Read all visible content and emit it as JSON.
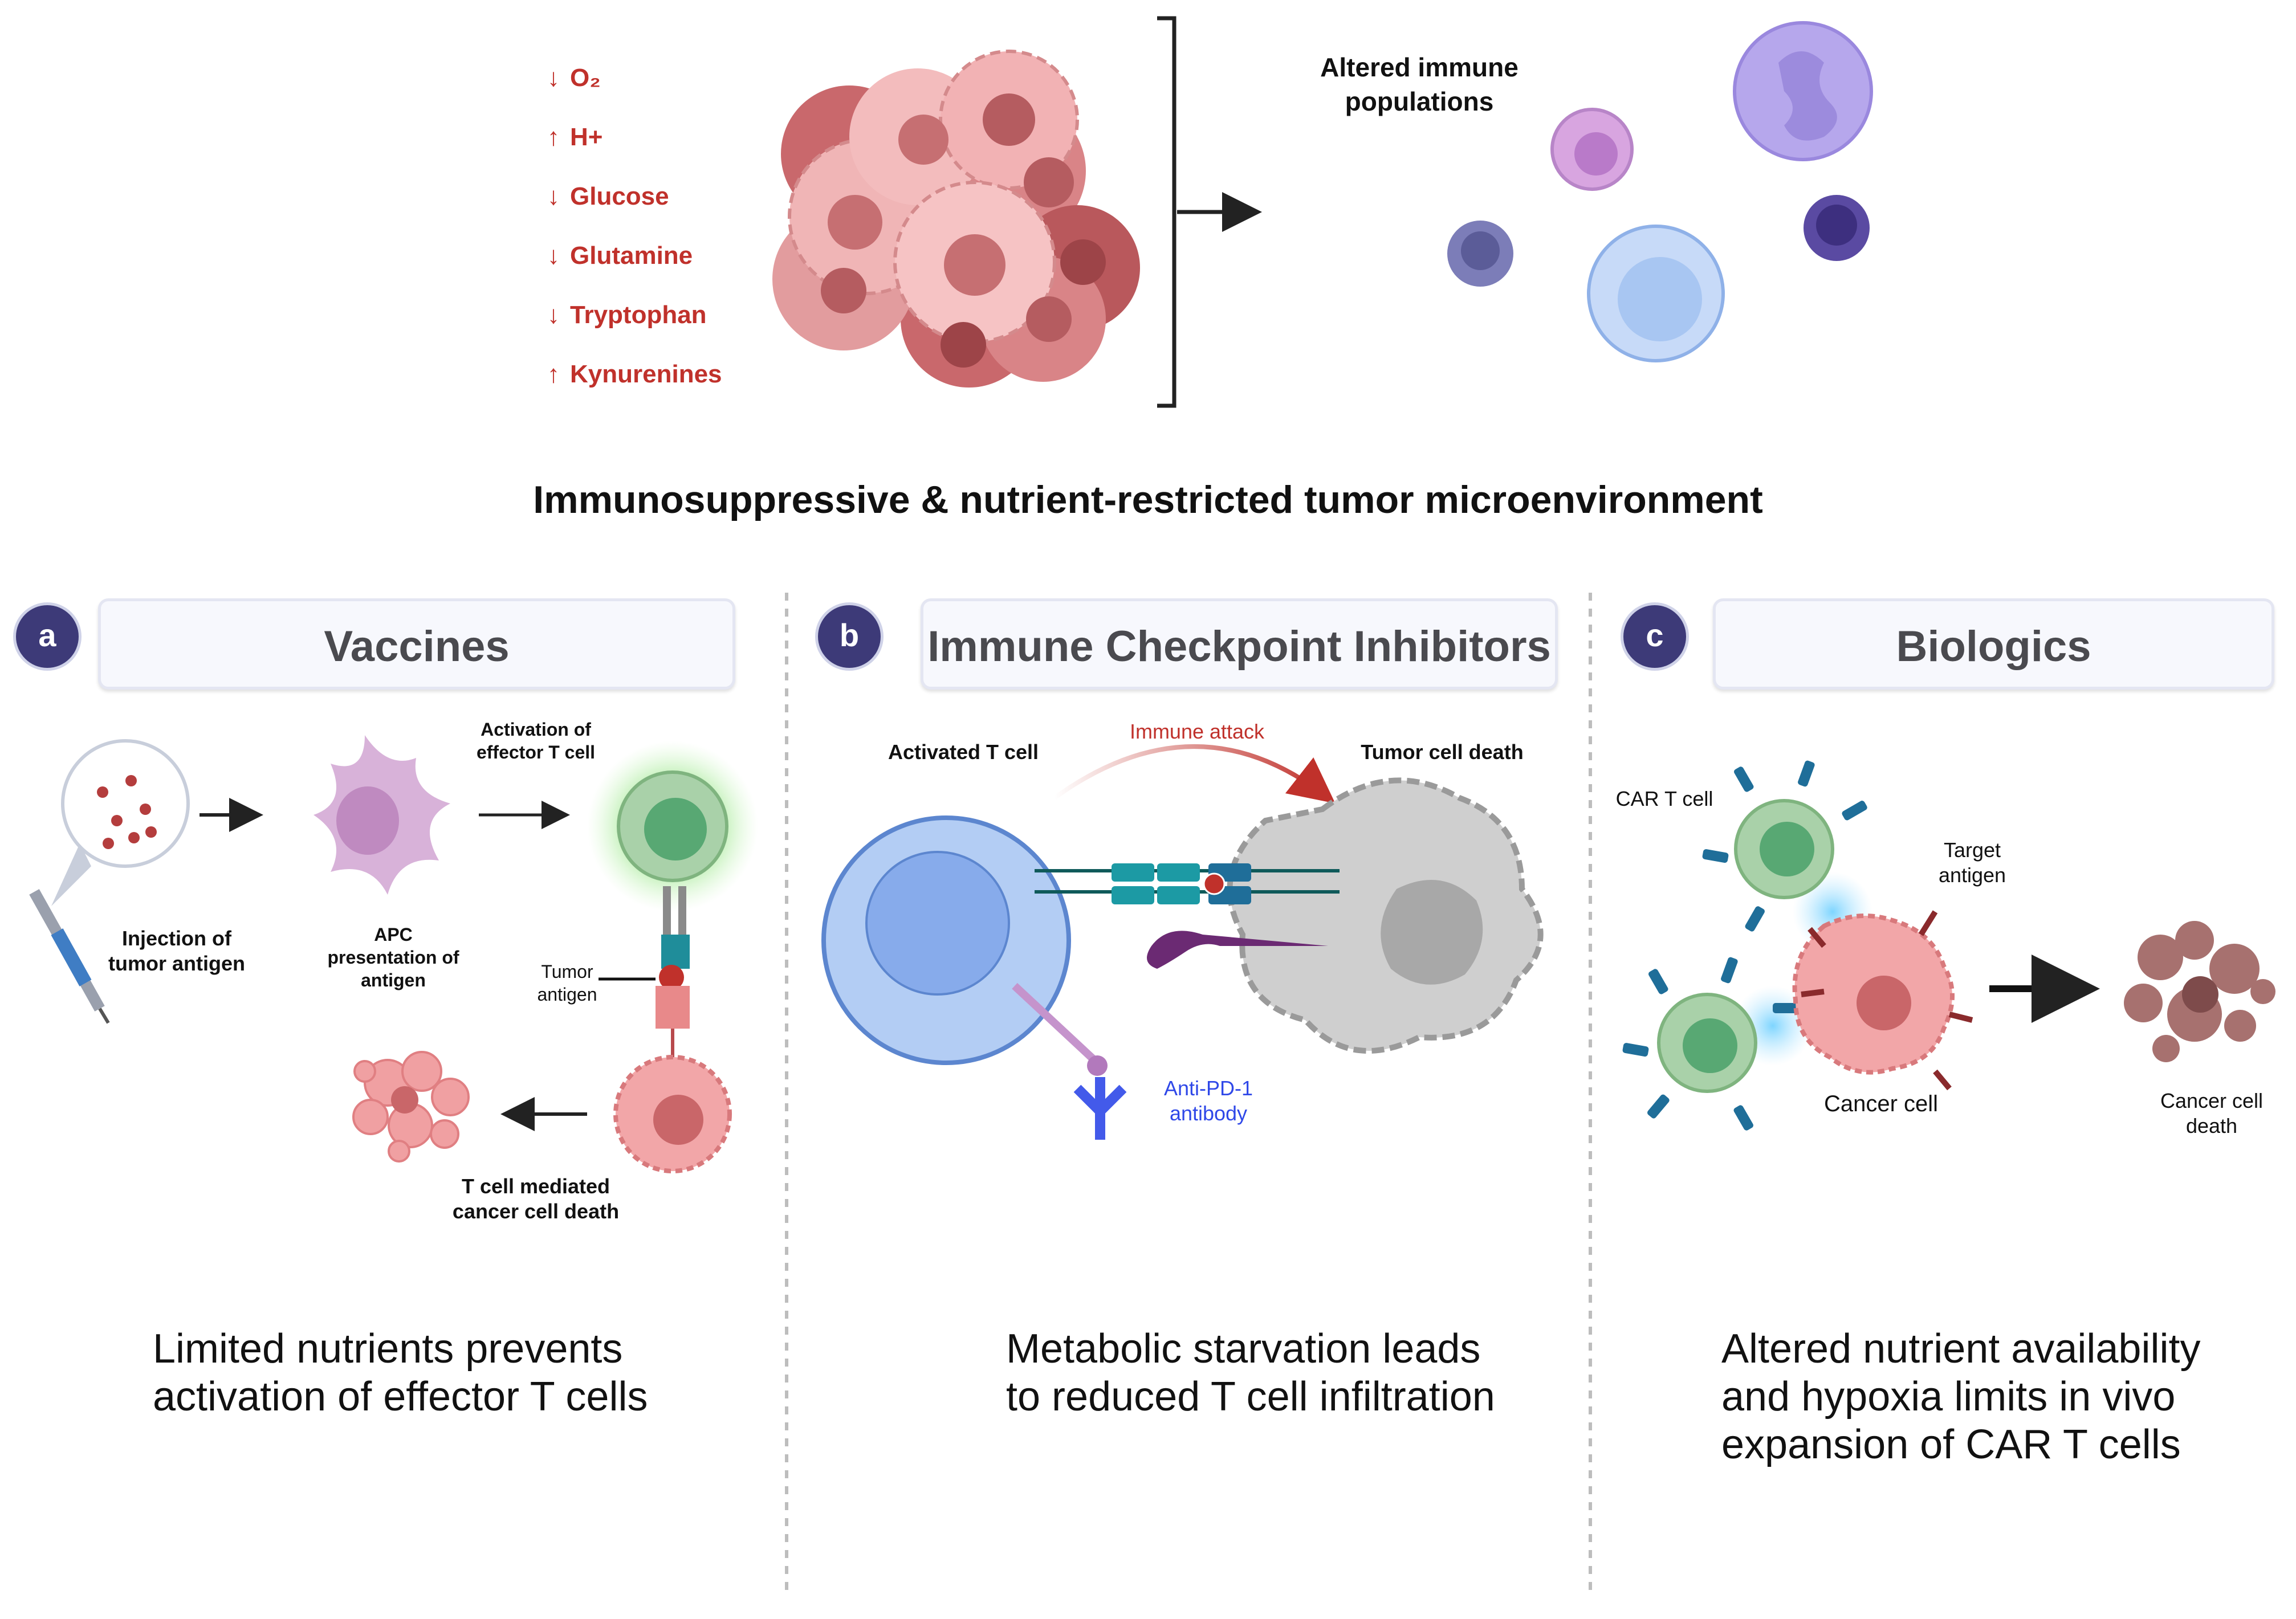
{
  "tme_factors": [
    {
      "arrow": "↓",
      "text": "O₂"
    },
    {
      "arrow": "↑",
      "text": "H+"
    },
    {
      "arrow": "↓",
      "text": "Glucose"
    },
    {
      "arrow": "↓",
      "text": "Glutamine"
    },
    {
      "arrow": "↓",
      "text": "Tryptophan"
    },
    {
      "arrow": "↑",
      "text": "Kynurenines"
    }
  ],
  "altered_label": "Altered immune populations",
  "main_title": "Immunosuppressive & nutrient-restricted tumor microenvironment",
  "panels": {
    "a": {
      "badge": "a",
      "title": "Vaccines",
      "labels": {
        "injection": "Injection of tumor antigen",
        "apc": "APC presentation of antigen",
        "activation": "Activation of effector T cell",
        "tumor_antigen": "Tumor antigen",
        "tcell_death": "T cell mediated cancer cell death"
      },
      "caption": "Limited nutrients prevents activation of effector T cells"
    },
    "b": {
      "badge": "b",
      "title": "Immune Checkpoint Inhibitors",
      "labels": {
        "activated": "Activated T cell",
        "attack": "Immune attack",
        "tumor_death": "Tumor cell death",
        "antibody": "Anti-PD-1 antibody"
      },
      "caption": "Metabolic starvation leads to reduced T cell infiltration"
    },
    "c": {
      "badge": "c",
      "title": "Biologics",
      "labels": {
        "car_t": "CAR T cell",
        "target": "Target antigen",
        "cancer_cell": "Cancer cell",
        "cancer_death": "Cancer cell death"
      },
      "caption": "Altered nutrient availability and hypoxia limits in vivo expansion of CAR T cells"
    }
  },
  "colors": {
    "tme_red": "#c0312b",
    "badge": "#3d3a78",
    "attack_red": "#c0312b",
    "antibody_blue": "#2f48e8",
    "tumor_pink": "#e8898a",
    "tcell_green": "#8fbf96"
  }
}
